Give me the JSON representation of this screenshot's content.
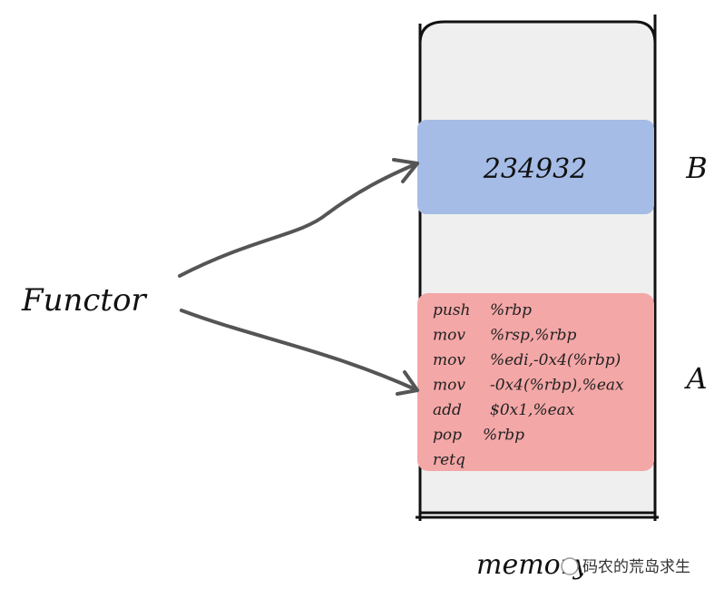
{
  "diagram": {
    "source_label": "Functor",
    "memory_label": "memory",
    "block_b": {
      "value": "234932",
      "side_label": "B"
    },
    "block_a": {
      "side_label": "A",
      "code": [
        {
          "op": "push",
          "arg": "%rbp"
        },
        {
          "op": "mov",
          "arg": "%rsp,%rbp"
        },
        {
          "op": "mov",
          "arg": "%edi,-0x4(%rbp)"
        },
        {
          "op": "mov",
          "arg": "-0x4(%rbp),%eax"
        },
        {
          "op": "add",
          "arg": "$0x1,%eax"
        },
        {
          "op": "pop",
          "arg": "%rbp"
        },
        {
          "op": "retq",
          "arg": ""
        }
      ]
    },
    "watermark": "码农的荒岛求生"
  },
  "colors": {
    "memory_fill": "#efefef",
    "block_b_fill": "#a4bce6",
    "block_a_fill": "#f4a7a7",
    "arrow": "#555555",
    "outline": "#111111"
  }
}
